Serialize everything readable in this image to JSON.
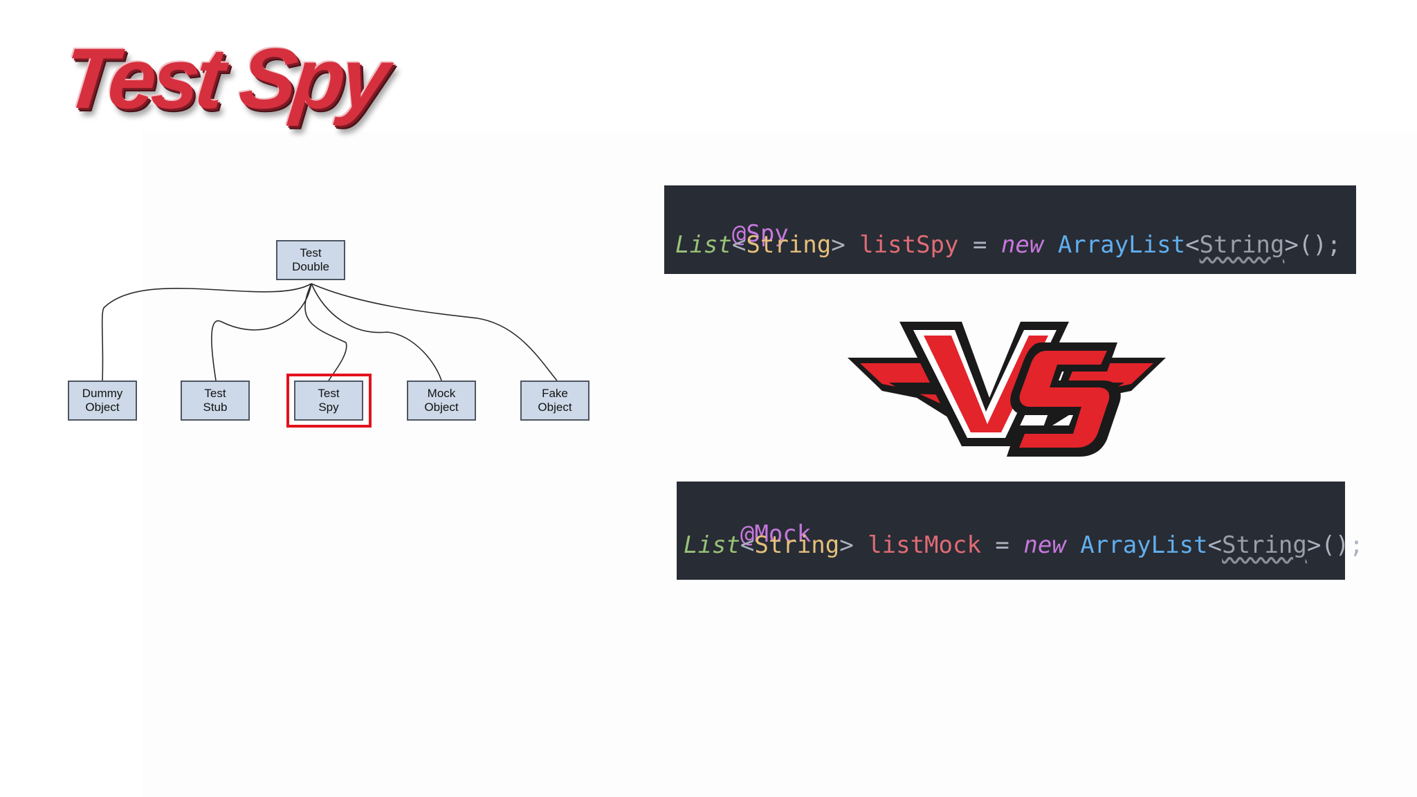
{
  "title": "Test Spy",
  "diagram": {
    "root": "Test\nDouble",
    "children": [
      "Dummy\nObject",
      "Test\nStub",
      "Test\nSpy",
      "Mock\nObject",
      "Fake\nObject"
    ],
    "highlighted": "Test\nSpy"
  },
  "code_spy": {
    "annotation": "@Spy",
    "type_list": "List",
    "lt": "<",
    "type_string": "String",
    "gt": ">",
    "var_name": "listSpy",
    "eq": "=",
    "kw_new": "new",
    "class_name": "ArrayList",
    "generic_string": "String",
    "tail": ">();"
  },
  "code_mock": {
    "annotation": "@Mock",
    "type_list": "List",
    "lt": "<",
    "type_string": "String",
    "gt": ">",
    "var_name": "listMock",
    "eq": "=",
    "kw_new": "new",
    "class_name": "ArrayList",
    "generic_string": "String",
    "tail": ">();"
  },
  "vs_logo": {
    "text": "VS",
    "colors": {
      "red": "#e3242b",
      "dark": "#1a1a1a",
      "white": "#ffffff"
    }
  }
}
